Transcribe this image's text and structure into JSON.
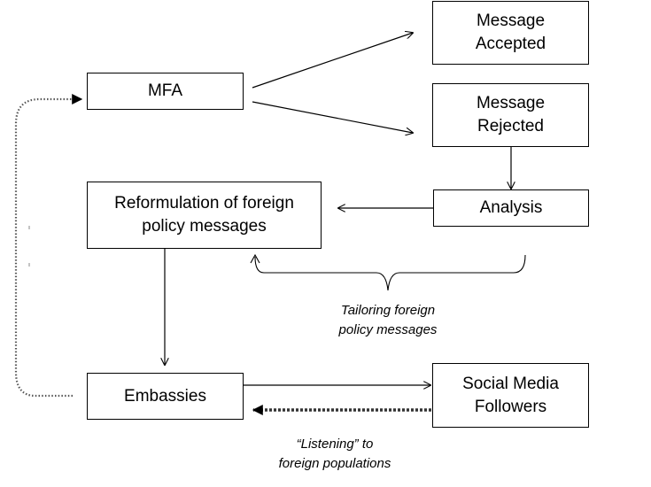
{
  "nodes": {
    "mfa": {
      "lines": [
        "MFA"
      ]
    },
    "accepted": {
      "lines": [
        "Message",
        "Accepted"
      ]
    },
    "rejected": {
      "lines": [
        "Message",
        "Rejected"
      ]
    },
    "analysis": {
      "lines": [
        "Analysis"
      ]
    },
    "reformulation": {
      "lines": [
        "Reformulation of foreign",
        "policy messages"
      ]
    },
    "embassies": {
      "lines": [
        "Embassies"
      ]
    },
    "social": {
      "lines": [
        "Social Media",
        "Followers"
      ]
    }
  },
  "captions": {
    "tailoring": {
      "lines": [
        "Tailoring foreign",
        "policy messages"
      ]
    },
    "listening": {
      "lines": [
        "“Listening” to",
        "foreign populations"
      ]
    }
  }
}
